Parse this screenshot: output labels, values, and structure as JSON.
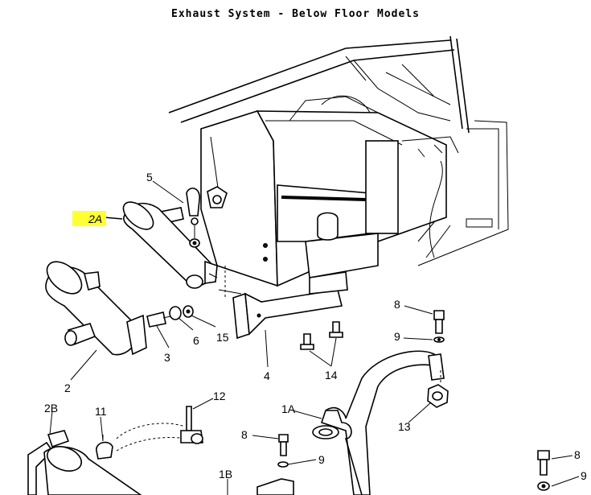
{
  "title": "Exhaust System - Below Floor Models",
  "highlight_color": "#ffff33",
  "callouts": {
    "c2a_highlight": "2A",
    "c5": "5",
    "c2": "2",
    "c3": "3",
    "c6": "6",
    "c15": "15",
    "c4": "4",
    "c14": "14",
    "c8_right": "8",
    "c9_right": "9",
    "c13": "13",
    "c2b": "2B",
    "c11": "11",
    "c12": "12",
    "c1a": "1A",
    "c8_mid": "8",
    "c9_mid": "9",
    "c1b": "1B",
    "c8_corner": "8",
    "c9_corner": "9"
  }
}
